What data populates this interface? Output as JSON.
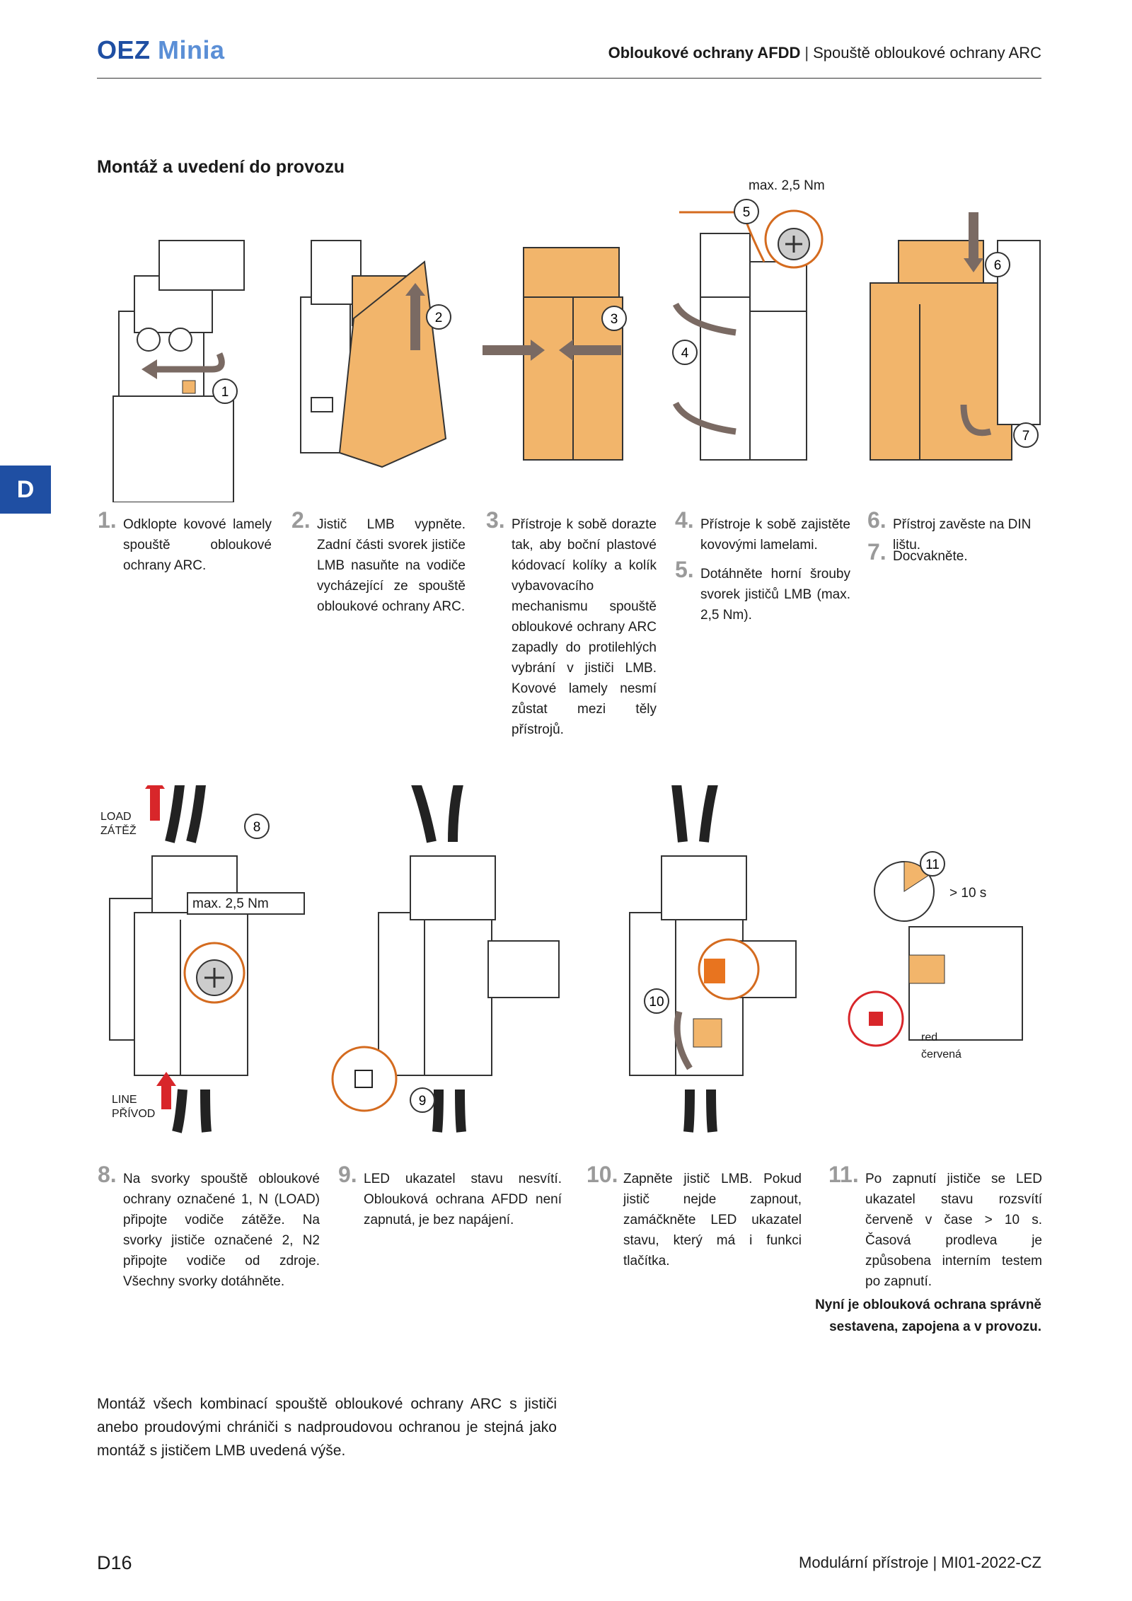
{
  "header": {
    "brand": "OEZ",
    "product": "Minia",
    "section_bold": "Obloukové ochrany AFDD",
    "section_regular": "Spouště obloukové ochrany ARC"
  },
  "side_tab": "D",
  "title": "Montáž a uvedení do provozu",
  "top_figure": {
    "torque_label": "max. 2,5 Nm",
    "markers": [
      "1",
      "2",
      "3",
      "4",
      "5",
      "6",
      "7"
    ]
  },
  "steps_top": [
    {
      "num": "1.",
      "text": "Odklopte kovové lamely spouště obloukové ochrany ARC."
    },
    {
      "num": "2.",
      "text": "Jistič LMB vypněte. Zadní části svorek jističe LMB nasuňte na vodiče vycházející ze spouště obloukové ochrany ARC."
    },
    {
      "num": "3.",
      "text": "Přístroje k sobě dorazte tak, aby boční plastové kódovací kolíky a kolík vybavovacího mechanismu spouště obloukové ochrany ARC zapadly do protilehlých vybrání v jističi LMB. Kovové lamely nesmí zůstat mezi těly přístrojů."
    },
    {
      "num": "4.",
      "text": "Přístroje k sobě zajistěte kovovými lamelami."
    },
    {
      "num": "5.",
      "text": "Dotáhněte horní šrouby svorek jističů LMB (max. 2,5 Nm)."
    },
    {
      "num": "6.",
      "text": "Přístroj zavěste na DIN lištu."
    },
    {
      "num": "7.",
      "text": "Docvakněte."
    }
  ],
  "bottom_figure": {
    "load_label": "LOAD",
    "load_label_cz": "ZÁTĚŽ",
    "line_label": "LINE",
    "line_label_cz": "PŘÍVOD",
    "torque_label": "max. 2,5 Nm",
    "time_label": "> 10 s",
    "red_label": "red",
    "red_label_cz": "červená",
    "markers": [
      "8",
      "9",
      "10",
      "11"
    ]
  },
  "steps_bottom": [
    {
      "num": "8.",
      "text": "Na svorky spouště obloukové ochrany označené 1, N (LOAD) připojte vodiče zátěže. Na svorky jističe označené 2, N2 připojte vodiče od zdroje. Všechny svorky dotáhněte."
    },
    {
      "num": "9.",
      "text": "LED ukazatel stavu nesvítí. Oblouková ochrana AFDD není zapnutá, je bez napájení."
    },
    {
      "num": "10.",
      "text": "Zapněte jistič LMB. Pokud jistič nejde zapnout, zamáčkněte LED ukazatel stavu, který má i funkci tlačítka."
    },
    {
      "num": "11.",
      "text": "Po zapnutí jističe se LED ukazatel stavu rozsvítí červeně v čase > 10 s. Časová prodleva je způsobena interním testem po zapnutí."
    }
  ],
  "final_statement": {
    "line1": "Nyní je oblouková ochrana správně",
    "line2": "sestavena, zapojena a v provozu."
  },
  "note": "Montáž všech kombinací spouště obloukové ochrany ARC s jističi anebo proudovými chrániči s nadproudovou ochranou je stejná jako montáž s jističem LMB uvedená výše.",
  "footer": {
    "page": "D16",
    "catalog_a": "Modulární přístroje",
    "catalog_b": "MI01-2022-CZ"
  },
  "colors": {
    "brand_blue": "#1f4fa3",
    "orange": "#f2b56b",
    "arrow_brown": "#7a6a63",
    "red": "#d8262a"
  }
}
